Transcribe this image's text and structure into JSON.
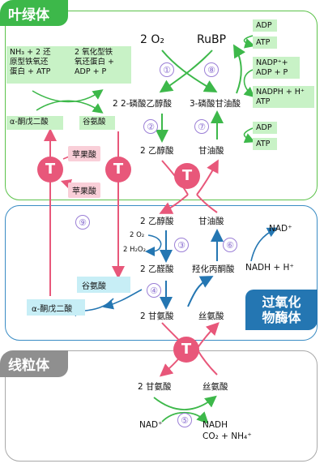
{
  "compartments": {
    "chloroplast": "叶绿体",
    "peroxisome_line1": "过氧化",
    "peroxisome_line2": "物酶体",
    "mitochondrion": "线粒体"
  },
  "chloroplast": {
    "o2": "2 O₂",
    "rubp": "RuBP",
    "phosphoglycolate": "2 2-磷酸乙醇酸",
    "phosphoglycerate": "3-磷酸甘油酸",
    "glycolate": "2 乙醇酸",
    "glycerate": "甘油酸",
    "box_nh3": "NH₃ + 2 还\n原型铁氧还\n蛋白 + ATP",
    "box_fd": "2 氧化型铁\n氧还蛋白 +\nADP + P",
    "box_akg": "α-酮戊二酸",
    "box_glu": "谷氨酸",
    "box_adp1": "ADP",
    "box_atp1": "ATP",
    "box_nadp": "NADP⁺+\nADP + P",
    "box_nadph": "NADPH + H⁺\nATP",
    "box_adp2": "ADP",
    "box_atp2": "ATP",
    "malate1": "苹果酸",
    "malate2": "苹果酸"
  },
  "peroxisome": {
    "glycolate": "2 乙醇酸",
    "glycerate": "甘油酸",
    "o2": "2 O₂",
    "h2o2": "2 H₂O₂",
    "glyoxylate": "2 乙醛酸",
    "hydroxypyruvate": "羟化丙酮酸",
    "nad": "NAD⁺",
    "nadh": "NADH + H⁺",
    "glu": "谷氨酸",
    "akg": "α-酮戊二酸",
    "glycine": "2 甘氨酸",
    "serine": "丝氨酸"
  },
  "mitochondrion": {
    "glycine": "2 甘氨酸",
    "serine": "丝氨酸",
    "nad": "NAD⁺",
    "nadh": "NADH",
    "co2": "CO₂ + NH₄⁺"
  },
  "steps": [
    "①",
    "②",
    "③",
    "④",
    "⑤",
    "⑥",
    "⑦",
    "⑧",
    "⑨"
  ],
  "transporter": "T",
  "colors": {
    "chloroplast": "#3db84a",
    "peroxisome": "#2476b2",
    "mitochondrion": "#8f8f8f",
    "transporter": "#e8577a",
    "step": "#8a6ed0"
  }
}
